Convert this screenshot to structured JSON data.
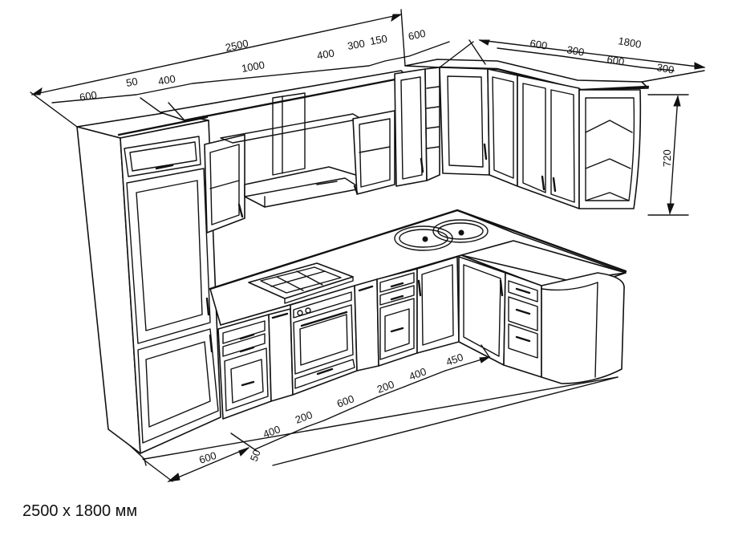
{
  "caption": "2500 x 1800 мм",
  "dimensions": {
    "top_total_length": "2500",
    "top_segment_600_left": "600",
    "top_segment_50": "50",
    "top_segment_400_left": "400",
    "top_segment_1000": "1000",
    "top_segment_400_right": "400",
    "top_segment_300": "300",
    "top_segment_150": "150",
    "top_segment_600_right": "600",
    "side_total_length": "1800",
    "side_segment_600_a": "600",
    "side_segment_300_a": "300",
    "side_segment_600_b": "600",
    "side_segment_300_b": "300",
    "wall_cabinet_height": "720",
    "bottom_segment_600": "600",
    "bottom_segment_50": "50",
    "bottom_segment_400_a": "400",
    "bottom_segment_200_a": "200",
    "bottom_segment_600_b": "600",
    "bottom_segment_200_b": "200",
    "bottom_segment_400_b": "400",
    "bottom_segment_450": "450"
  }
}
